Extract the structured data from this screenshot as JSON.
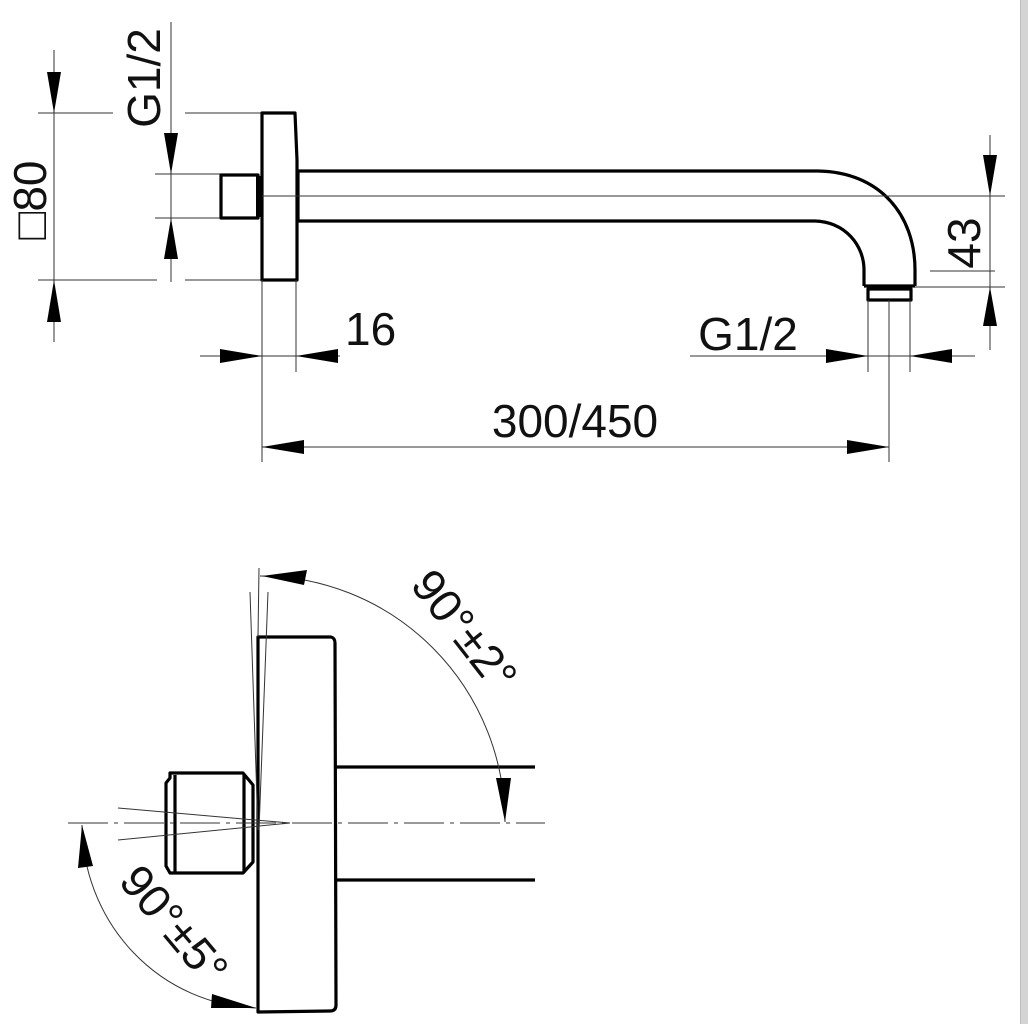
{
  "drawing": {
    "top_view": {
      "flange_size_label": "□80",
      "inlet_thread_label": "G1/2",
      "outlet_height_label": "43",
      "flange_depth_label": "16",
      "outlet_thread_label": "G1/2",
      "arm_length_label": "300/450"
    },
    "side_view": {
      "arm_angle_label": "90°±2°",
      "nipple_angle_label": "90°±5°"
    }
  }
}
